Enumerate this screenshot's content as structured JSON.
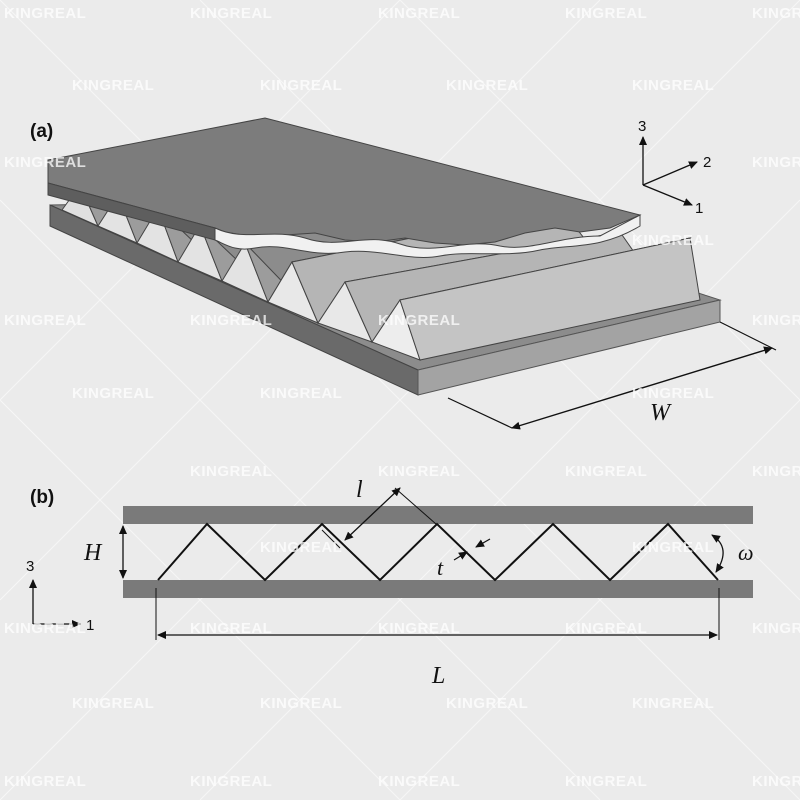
{
  "watermark": {
    "text": "KINGREAL"
  },
  "panel_a": {
    "label": "(a)",
    "axes": {
      "axis_3": "3",
      "axis_2": "2",
      "axis_1": "1"
    },
    "dimension_width": "W"
  },
  "panel_b": {
    "label": "(b)",
    "dimension_height": "H",
    "dimension_strut_length": "l",
    "dimension_thickness": "t",
    "dimension_angle": "ω",
    "dimension_length": "L",
    "axes": {
      "axis_3": "3",
      "axis_1": "1"
    }
  },
  "colors": {
    "background": "#ebebeb",
    "face_sheet": "#7a7a7a",
    "face_sheet_dark": "#5f5f5f",
    "core_light": "#d4d4d4",
    "core_mid": "#b8b8b8",
    "line": "#111111"
  }
}
